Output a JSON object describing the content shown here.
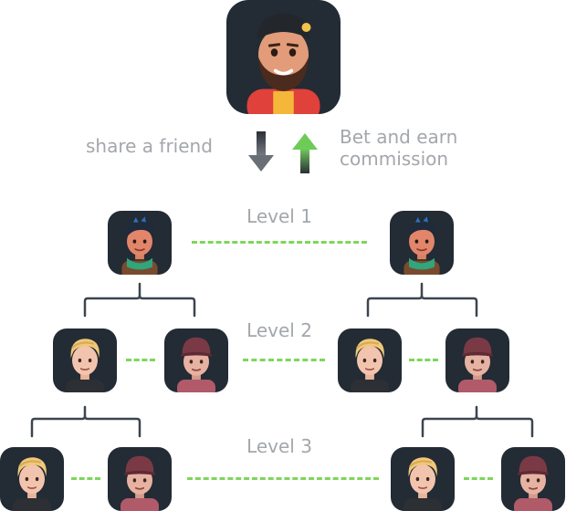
{
  "flow": {
    "share_label": "share a friend",
    "earn_label_line1": "Bet and earn",
    "earn_label_line2": "commission"
  },
  "levels": [
    "Level 1",
    "Level 2",
    "Level 3"
  ],
  "colors": {
    "tile_bg": "#232b35",
    "connector": "#3c4550",
    "dash": "#7ed65b",
    "label": "#a3a7ab",
    "arrow_down": "#5b6068",
    "arrow_up": "#6ecb58"
  },
  "avatars": {
    "root": "bearded-man-beanie-avatar",
    "level1": "dark-haired-man-green-scarf-avatar",
    "level2_blond": "blond-man-avatar",
    "level2_cap": "man-in-cap-avatar"
  }
}
